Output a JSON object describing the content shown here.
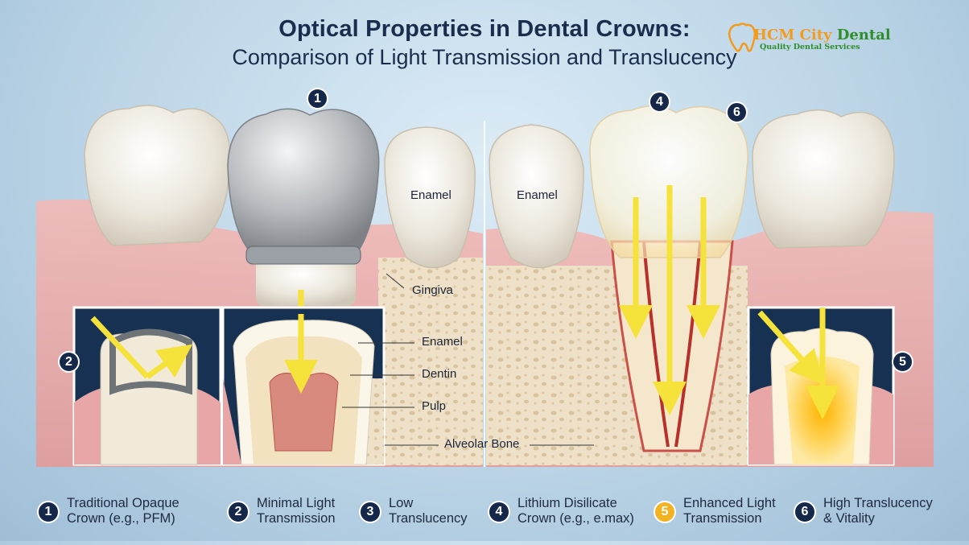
{
  "title": {
    "main": "Optical Properties in Dental Crowns:",
    "sub": "Comparison of Light Transmission and Translucency"
  },
  "logo": {
    "name_part1": "HCM City",
    "name_part2": "Dental",
    "tagline": "Quality Dental Services",
    "icon": "tooth-logo-icon",
    "colors": {
      "orange": "#f39b1e",
      "green": "#2f8d2a"
    }
  },
  "labels": {
    "enamel_left": "Enamel",
    "enamel_right": "Enamel",
    "gingiva": "Gingiva",
    "enamel_inset": "Enamel",
    "dentin": "Dentin",
    "pulp": "Pulp",
    "alveolar_bone": "Alveolar Bone"
  },
  "markers": {
    "m1": "1",
    "m2": "2",
    "m4": "4",
    "m5": "5",
    "m6": "6"
  },
  "legend": [
    {
      "num": "1",
      "line1": "Traditional Opaque",
      "line2": "Crown (e.g., PFM)",
      "highlight": false
    },
    {
      "num": "2",
      "line1": "Minimal Light",
      "line2": "Transmission",
      "highlight": false
    },
    {
      "num": "3",
      "line1": "Low",
      "line2": "Translucency",
      "highlight": false
    },
    {
      "num": "4",
      "line1": "Lithium Disilicate",
      "line2": "Crown (e.g., e.max)",
      "highlight": false
    },
    {
      "num": "5",
      "line1": "Enhanced Light",
      "line2": "Transmission",
      "highlight": true
    },
    {
      "num": "6",
      "line1": "High Translucency",
      "line2": "& Vitality",
      "highlight": false
    }
  ],
  "colors": {
    "navy": "#15284a",
    "gold": "#f2b322",
    "light_arrow": "#f5e23a",
    "gum": "#e7a3a3",
    "bone": "#efe1c8"
  }
}
